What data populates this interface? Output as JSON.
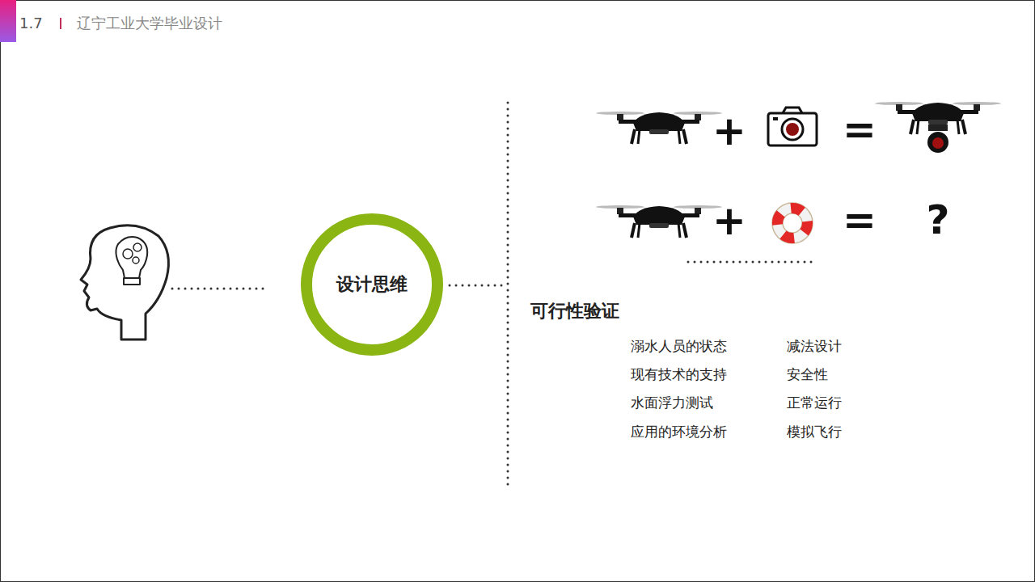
{
  "diagram": {
    "nodes": [
      {
        "text": [
          "设计思维"
        ]
      }
    ],
    "labels": [
      "1.7",
      "辽宁工业大学毕业设计",
      "+",
      "=",
      "+",
      "=",
      "?",
      "可行性验证",
      "溺水人员的状态",
      "减法设计",
      "现有技术的支持",
      "安全性",
      "水面浮力测试",
      "正常运行",
      "应用的环境分析",
      "模拟飞行"
    ]
  }
}
